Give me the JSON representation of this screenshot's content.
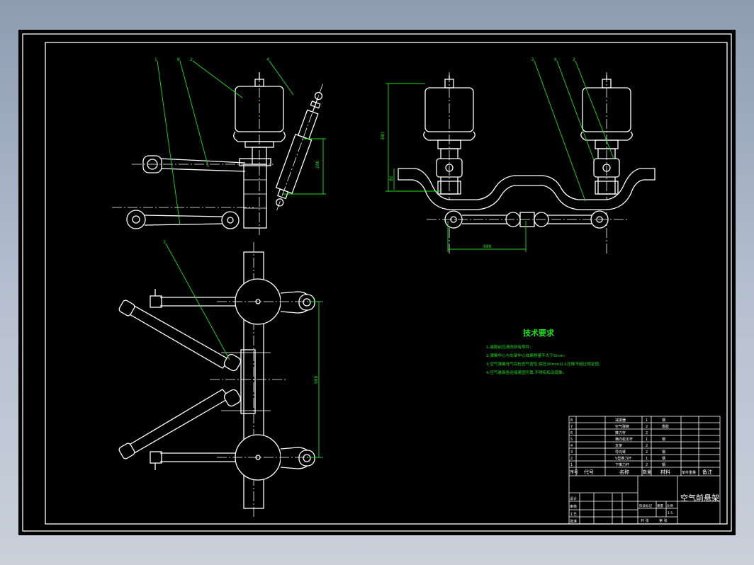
{
  "technical_requirements": {
    "title": "技术要求",
    "items": [
      "1.装配前应清洗所有零件;",
      "2.弹簧中心与车架中心线偏移量不大于5mm;",
      "3.空气弹簧充气后检查气密性,保压30min以上压降不超过规定值;",
      "4.空气悬架各连接紧固可靠,不得有松动现象。"
    ]
  },
  "drawing_title": "空气前悬架",
  "table_headers": {
    "seq": "序号",
    "code": "代号",
    "name": "名称",
    "qty": "数量",
    "material": "材料",
    "weight": "单件重量",
    "note": "备注"
  },
  "parts": [
    {
      "seq": "8",
      "name": "减振器",
      "qty": "1",
      "material": "钢"
    },
    {
      "seq": "7",
      "name": "空气弹簧",
      "qty": "2",
      "material": "橡胶"
    },
    {
      "seq": "6",
      "name": "推力杆",
      "qty": "2",
      "material": ""
    },
    {
      "seq": "5",
      "name": "横向稳定杆",
      "qty": "1",
      "material": "钢"
    },
    {
      "seq": "4",
      "name": "支架",
      "qty": "2",
      "material": ""
    },
    {
      "seq": "3",
      "name": "导向臂",
      "qty": "2",
      "material": "钢"
    },
    {
      "seq": "2",
      "name": "V型推力杆",
      "qty": "1",
      "material": "钢"
    },
    {
      "seq": "1",
      "name": "下推力杆",
      "qty": "2",
      "material": "钢"
    }
  ],
  "title_block": {
    "design": "设计",
    "check": "审核",
    "approve": "批准",
    "process": "工艺",
    "stage": "阶段标记",
    "weight": "重量",
    "scale": "比例",
    "scale_value": "1:5",
    "sheet_total": "共  张",
    "sheet_no": "第  张"
  },
  "part_callouts": [
    "1",
    "8",
    "2",
    "4",
    "5",
    "6",
    "3"
  ]
}
